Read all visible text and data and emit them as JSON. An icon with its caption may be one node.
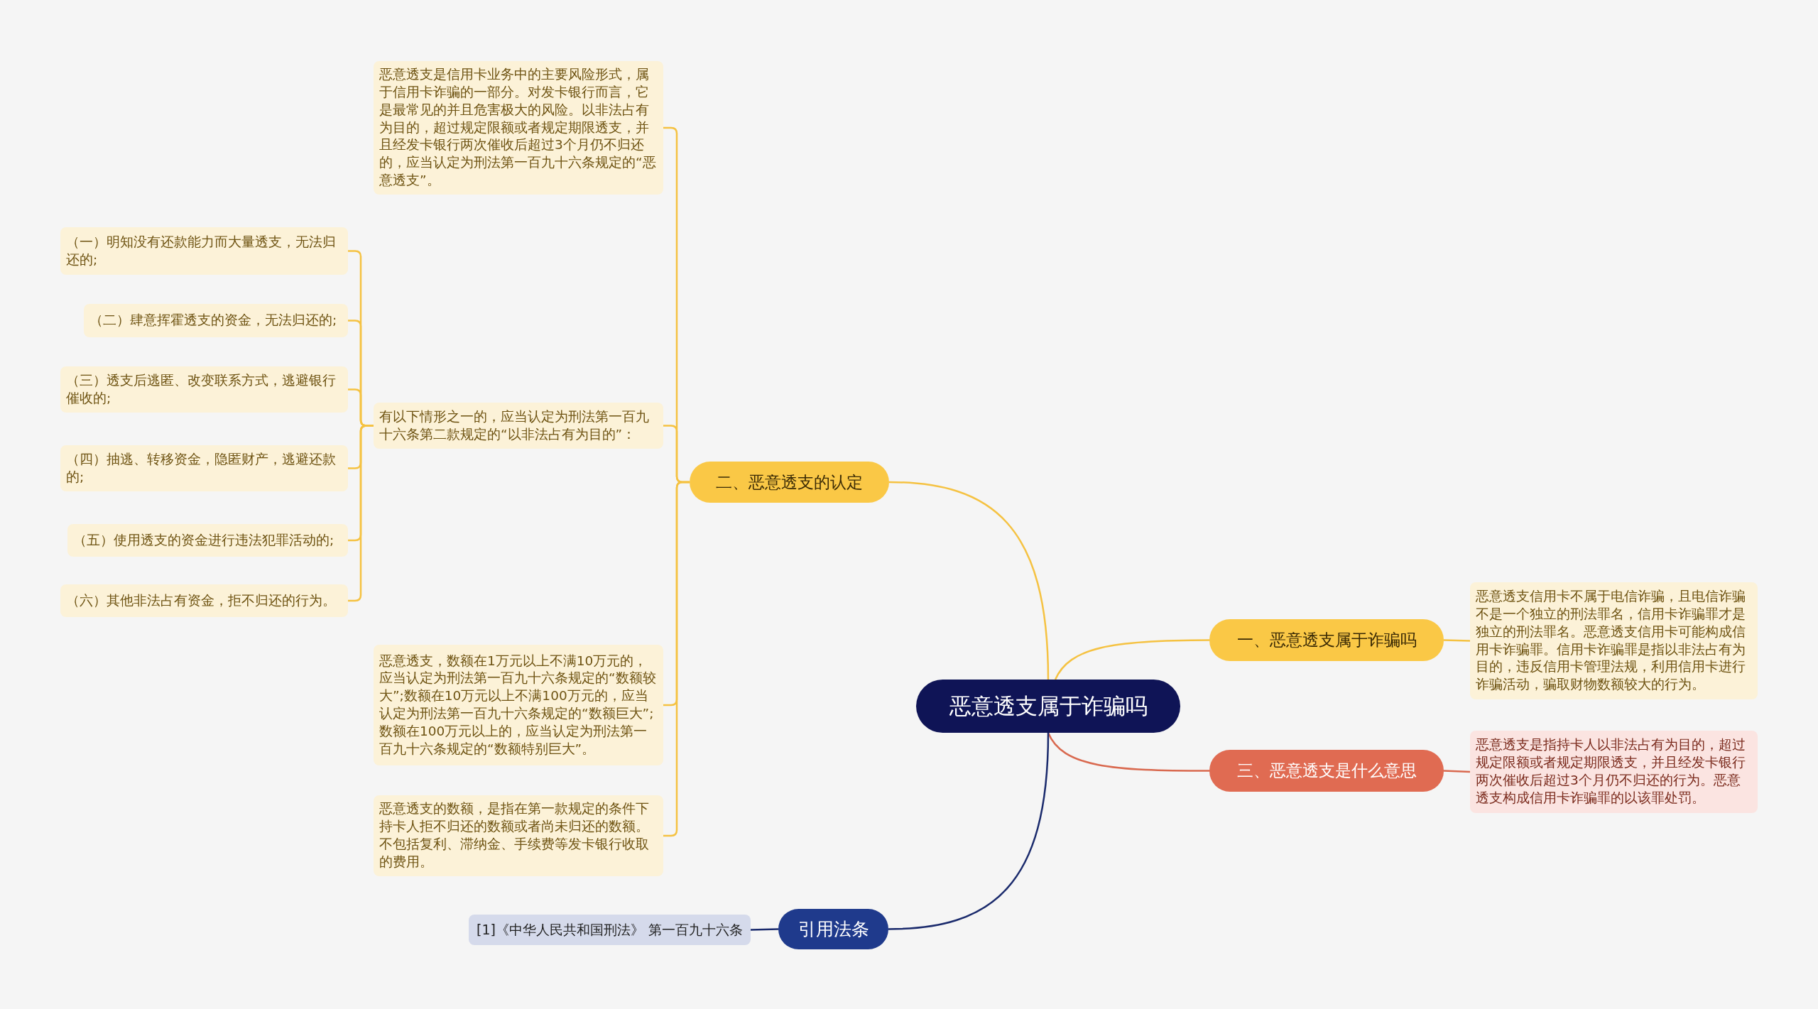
{
  "diagram": {
    "nodes": [
      {
        "text": [
          "恶意透支属于诈骗吗"
        ]
      },
      {
        "text": [
          "二、恶意透支的认定"
        ]
      },
      {
        "text": [
          "恶意透支是信用卡业务中的主要风险形式，属于信用卡诈骗的一部分。对发卡银行而言，它是最常见的并且危害极大的风险。以非法占有为目的，超过规定限额或者规定期限透支，并且经发卡银行两次催收后超过3个月仍不归还的，应当认定为刑法第一百九十六条规定的“恶意透支”。"
        ]
      },
      {
        "text": [
          "有以下情形之一的，应当认定为刑法第一百九十六条第二款规定的“以非法占有为目的”："
        ]
      },
      {
        "text": [
          "（一）明知没有还款能力而大量透支，无法归还的;"
        ]
      },
      {
        "text": [
          "（二）肆意挥霍透支的资金，无法归还的;"
        ]
      },
      {
        "text": [
          "（三）透支后逃匿、改变联系方式，逃避银行催收的;"
        ]
      },
      {
        "text": [
          "（四）抽逃、转移资金，隐匿财产，逃避还款的;"
        ]
      },
      {
        "text": [
          "（五）使用透支的资金进行违法犯罪活动的;"
        ]
      },
      {
        "text": [
          "（六）其他非法占有资金，拒不归还的行为。"
        ]
      },
      {
        "text": [
          "恶意透支，数额在1万元以上不满10万元的，应当认定为刑法第一百九十六条规定的“数额较大”;数额在10万元以上不满100万元的，应当认定为刑法第一百九十六条规定的“数额巨大”;数额在100万元以上的，应当认定为刑法第一百九十六条规定的“数额特别巨大”。"
        ]
      },
      {
        "text": [
          "恶意透支的数额，是指在第一款规定的条件下持卡人拒不归还的数额或者尚未归还的数额。不包括复利、滞纳金、手续费等发卡银行收取的费用。"
        ]
      },
      {
        "text": [
          "一、恶意透支属于诈骗吗"
        ]
      },
      {
        "text": [
          "恶意透支信用卡不属于电信诈骗，且电信诈骗不是一个独立的刑法罪名，信用卡诈骗罪才是独立的刑法罪名。恶意透支信用卡可能构成信用卡诈骗罪。信用卡诈骗罪是指以非法占有为目的，违反信用卡管理法规，利用信用卡进行诈骗活动，骗取财物数额较大的行为。"
        ]
      },
      {
        "text": [
          "三、恶意透支是什么意思"
        ]
      },
      {
        "text": [
          "恶意透支是指持卡人以非法占有为目的，超过规定限额或者规定期限透支，并且经发卡银行两次催收后超过3个月仍不归还的行为。恶意透支构成信用卡诈骗罪的以该罪处罚。"
        ]
      },
      {
        "text": [
          "引用法条"
        ]
      },
      {
        "text": [
          "[1]《中华人民共和国刑法》 第一百九十六条"
        ]
      }
    ],
    "edges": [
      {
        "from": 0,
        "to": 1,
        "arrow": "none"
      },
      {
        "from": 1,
        "to": 2,
        "arrow": "none"
      },
      {
        "from": 1,
        "to": 3,
        "arrow": "none"
      },
      {
        "from": 3,
        "to": 4,
        "arrow": "none"
      },
      {
        "from": 3,
        "to": 5,
        "arrow": "none"
      },
      {
        "from": 3,
        "to": 6,
        "arrow": "none"
      },
      {
        "from": 3,
        "to": 7,
        "arrow": "none"
      },
      {
        "from": 3,
        "to": 8,
        "arrow": "none"
      },
      {
        "from": 3,
        "to": 9,
        "arrow": "none"
      },
      {
        "from": 1,
        "to": 10,
        "arrow": "none"
      },
      {
        "from": 1,
        "to": 11,
        "arrow": "none"
      },
      {
        "from": 0,
        "to": 12,
        "arrow": "none"
      },
      {
        "from": 12,
        "to": 13,
        "arrow": "none"
      },
      {
        "from": 0,
        "to": 14,
        "arrow": "none",
        "color": "#d9694f"
      },
      {
        "from": 14,
        "to": 15,
        "arrow": "none",
        "color": "#d9694f"
      },
      {
        "from": 0,
        "to": 16,
        "arrow": "none",
        "color": "#1a2a6c"
      },
      {
        "from": 16,
        "to": 17,
        "arrow": "none",
        "color": "#1a2a6c"
      }
    ]
  }
}
